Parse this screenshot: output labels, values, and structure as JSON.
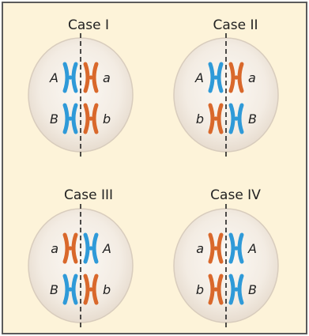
{
  "colors": {
    "panel_bg": "#fdf3d9",
    "panel_border": "#5b5b5b",
    "cell_outer": "#e7dccf",
    "cell_inner": "#f3ece3",
    "blue_chromosome": "#2f9ad8",
    "orange_chromosome": "#d9682b",
    "center_line": "#222222"
  },
  "cases": [
    {
      "title": "Case I",
      "top": {
        "left_label": "A",
        "right_label": "a",
        "left_color": "blue",
        "right_color": "orange"
      },
      "bottom": {
        "left_label": "B",
        "right_label": "b",
        "left_color": "blue",
        "right_color": "orange"
      }
    },
    {
      "title": "Case II",
      "top": {
        "left_label": "A",
        "right_label": "a",
        "left_color": "blue",
        "right_color": "orange"
      },
      "bottom": {
        "left_label": "b",
        "right_label": "B",
        "left_color": "orange",
        "right_color": "blue"
      }
    },
    {
      "title": "Case III",
      "top": {
        "left_label": "a",
        "right_label": "A",
        "left_color": "orange",
        "right_color": "blue"
      },
      "bottom": {
        "left_label": "B",
        "right_label": "b",
        "left_color": "blue",
        "right_color": "orange"
      }
    },
    {
      "title": "Case IV",
      "top": {
        "left_label": "a",
        "right_label": "A",
        "left_color": "orange",
        "right_color": "blue"
      },
      "bottom": {
        "left_label": "b",
        "right_label": "B",
        "left_color": "orange",
        "right_color": "blue"
      }
    }
  ]
}
